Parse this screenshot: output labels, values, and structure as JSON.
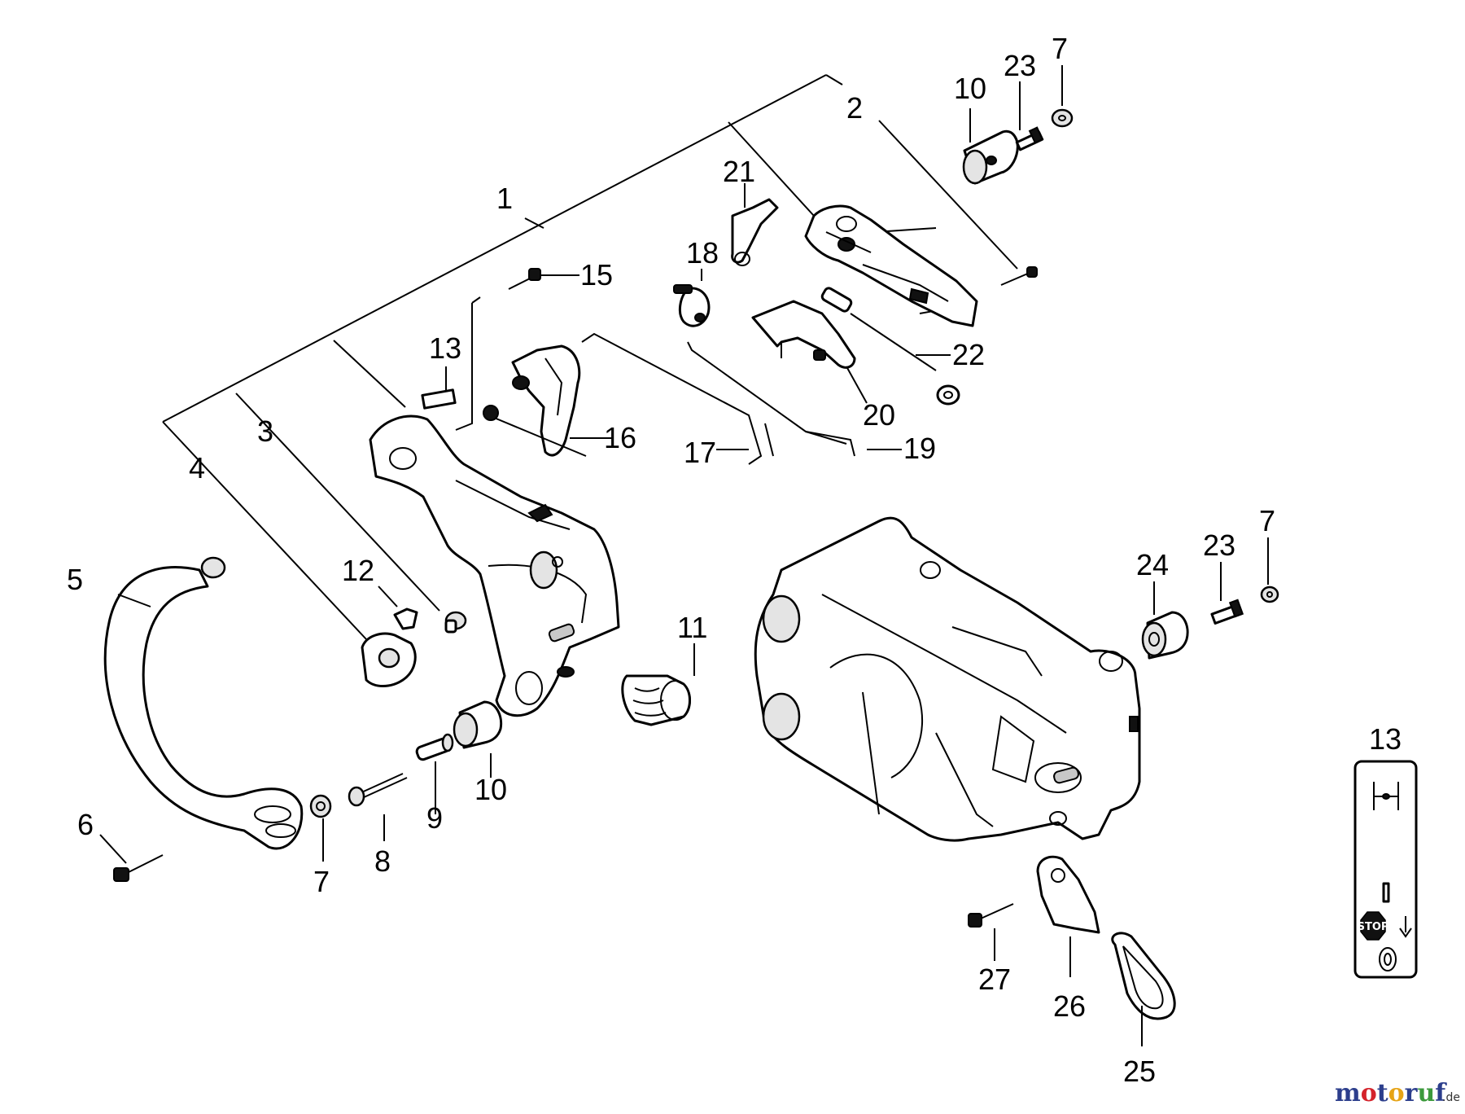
{
  "callouts": {
    "c1": "1",
    "c2": "2",
    "c3": "3",
    "c4": "4",
    "c5": "5",
    "c6": "6",
    "c7a": "7",
    "c7b": "7",
    "c7c": "7",
    "c8": "8",
    "c9": "9",
    "c10a": "10",
    "c10b": "10",
    "c11": "11",
    "c12": "12",
    "c13a": "13",
    "c13b": "13",
    "c15": "15",
    "c16": "16",
    "c17": "17",
    "c18": "18",
    "c19": "19",
    "c20": "20",
    "c21": "21",
    "c22": "22",
    "c23a": "23",
    "c23b": "23",
    "c24": "24",
    "c25": "25",
    "c26": "26",
    "c27": "27"
  },
  "decal": {
    "stop_label": "STOP"
  },
  "watermark": {
    "m": "m",
    "o1": "o",
    "t": "t",
    "o2": "o",
    "r": "r",
    "u": "u",
    "f": "f",
    "suffix": ".de"
  },
  "colors": {
    "wm_m": "#2c3e8c",
    "wm_o1": "#d4232b",
    "wm_t": "#2c3e8c",
    "wm_o2": "#e6a417",
    "wm_r": "#2c3e8c",
    "wm_u": "#3c9a3c",
    "wm_f": "#2c3e8c"
  }
}
